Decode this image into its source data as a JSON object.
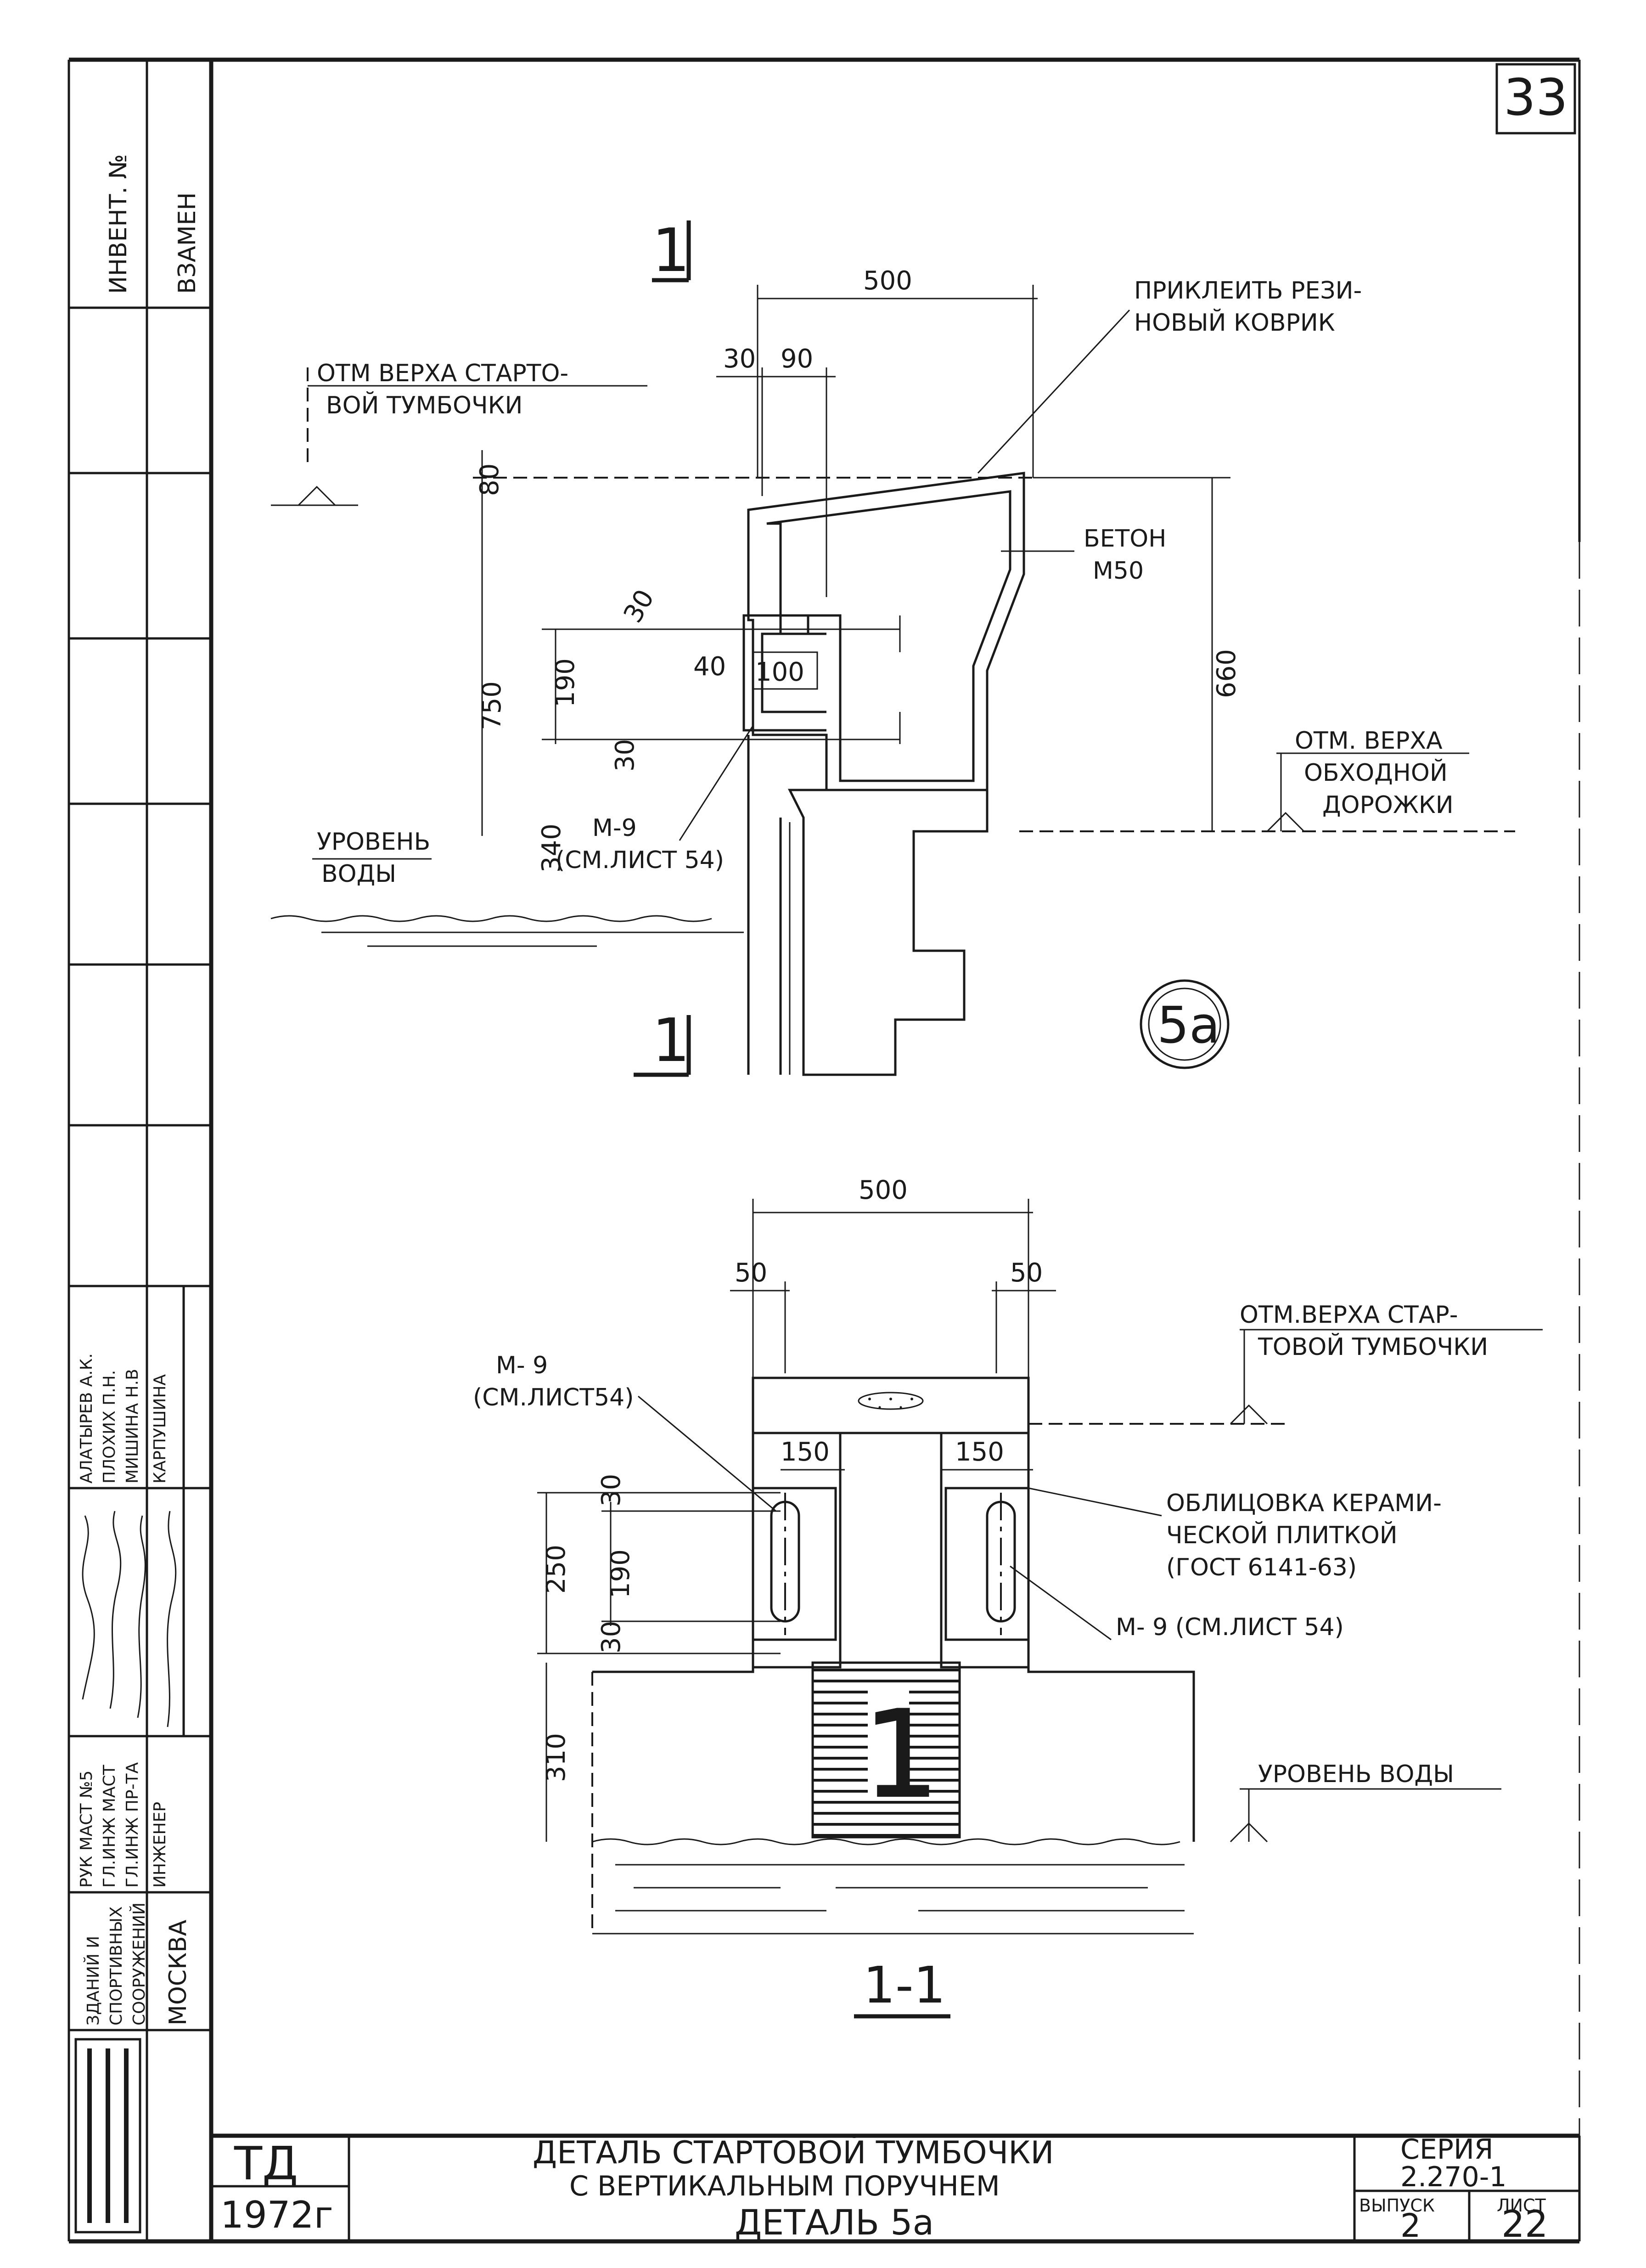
{
  "sheet": {
    "corner_number": "33",
    "left_strip": {
      "invent_no": "ИНВЕНТ. №",
      "vzamen": "ВЗАМЕН",
      "org": "МОСКВА",
      "org_lines": [
        "ЗДАНИЙ И",
        "СПОРТИВНЫХ",
        "СООРУЖЕНИЙ"
      ],
      "roles": [
        "РУК МАСТ №5",
        "ГЛ.ИНЖ МАСТ",
        "ГЛ.ИНЖ ПР-ТА",
        "ИНЖЕНЕР"
      ],
      "names": [
        "АЛАТЫРЕВ А.К.",
        "ПЛОХИХ П.Н.",
        "МИШИНА Н.В",
        "КАРПУШИНА"
      ]
    }
  },
  "section_detail": {
    "cut_label_top": "1",
    "cut_label_bottom": "1",
    "dim_width": "500",
    "dim_30": "30",
    "dim_90": "90",
    "dim_80": "80",
    "dim_30b": "30",
    "dim_40": "40",
    "dim_100": "100",
    "dim_190": "190",
    "dim_30c": "30",
    "dim_750": "750",
    "dim_340": "340",
    "dim_660": "660",
    "label_top_level": [
      "ОТМ ВЕРХА СТАРТО-",
      "ВОЙ ТУМБОЧКИ"
    ],
    "label_mat": [
      "ПРИКЛЕИТЬ РЕЗИ-",
      "НОВЫЙ КОВРИК"
    ],
    "label_concrete": [
      "БЕТОН",
      "М50"
    ],
    "label_path": [
      "ОТМ. ВЕРХА",
      "ОБХОДНОЙ",
      "ДОРОЖКИ"
    ],
    "label_water": [
      "УРОВЕНЬ",
      "ВОДЫ"
    ],
    "label_m9": [
      "М-9",
      "(СМ.ЛИСТ 54)"
    ],
    "detail_mark": "5а"
  },
  "elevation": {
    "dim_width": "500",
    "dim_50_left": "50",
    "dim_50_right": "50",
    "dim_150_left": "150",
    "dim_150_right": "150",
    "dim_30_top": "30",
    "dim_250": "250",
    "dim_190": "190",
    "dim_30_bottom": "30",
    "dim_310": "310",
    "label_top_level": [
      "ОТМ.ВЕРХА СТАР-",
      "ТОВОЙ ТУМБОЧКИ"
    ],
    "label_m9_left": [
      "М- 9",
      "(СМ.ЛИСТ54)"
    ],
    "label_tiles": [
      "ОБЛИЦОВКА КЕРАМИ-",
      "ЧЕСКОЙ ПЛИТКОЙ",
      "(ГОСТ 6141-63)"
    ],
    "label_m9_right": "М- 9 (СМ.ЛИСТ 54)",
    "label_water": "УРОВЕНЬ ВОДЫ",
    "lane_number": "1",
    "section_title": "1-1"
  },
  "title_block": {
    "logo": "ТД",
    "year": "1972г",
    "title_line1": "ДЕТАЛЬ СТАРТОВОЙ ТУМБОЧКИ",
    "title_line2": "С ВЕРТИКАЛЬНЫМ ПОРУЧНЕМ",
    "subtitle": "ДЕТАЛЬ 5а",
    "series_label": "СЕРИЯ",
    "series_value": "2.270-1",
    "issue_label": "ВЫПУСК",
    "issue_value": "2",
    "sheet_label": "ЛИСТ",
    "sheet_value": "22"
  }
}
